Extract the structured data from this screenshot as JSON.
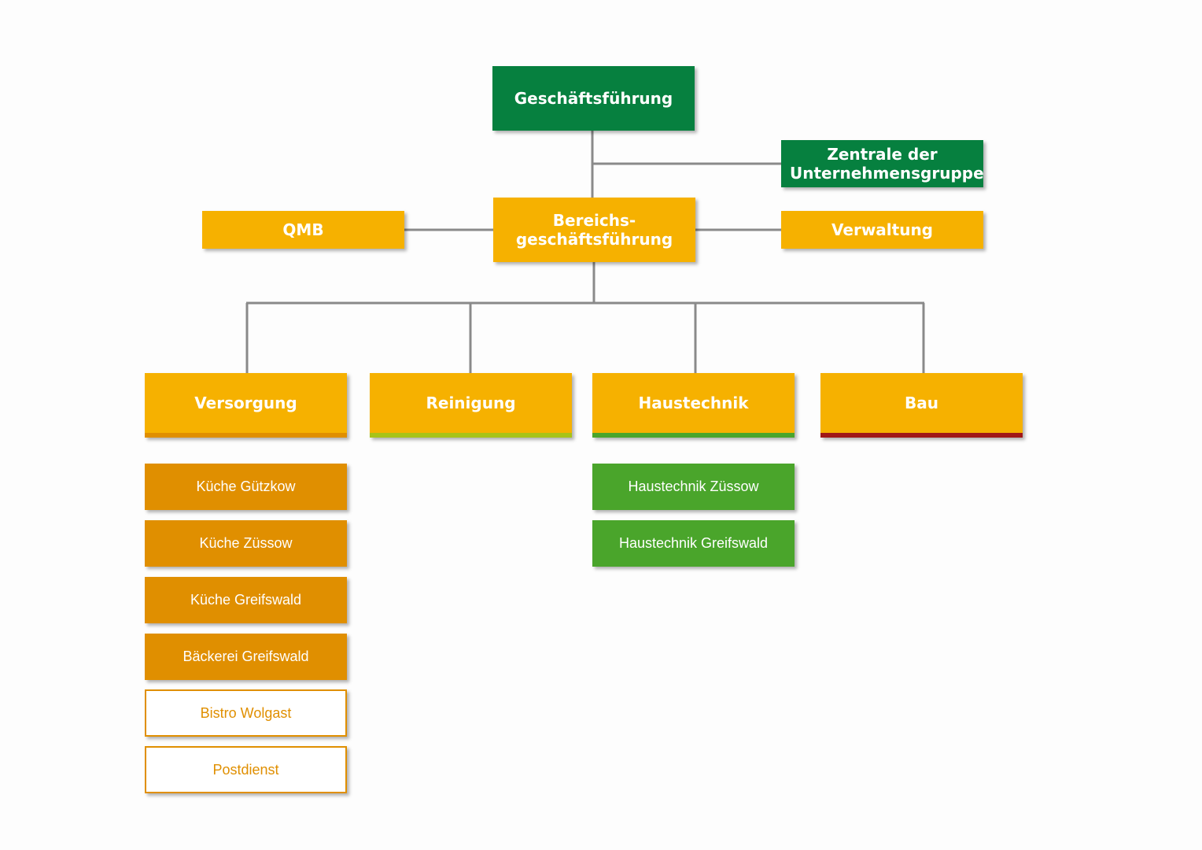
{
  "top": {
    "management": "Geschäftsführung",
    "central_office": "Zentrale der Unternehmensgruppe"
  },
  "middle": {
    "qmb": "QMB",
    "area_management": "Bereichs-\ngeschäftsführung",
    "administration": "Verwaltung"
  },
  "departments": [
    {
      "label": "Versorgung",
      "band_color": "#e08f00"
    },
    {
      "label": "Reinigung",
      "band_color": "#a8c318"
    },
    {
      "label": "Haustechnik",
      "band_color": "#4aa52b"
    },
    {
      "label": "Bau",
      "band_color": "#a01818"
    }
  ],
  "versorgung_units": [
    "Küche Gützkow",
    "Küche Züssow",
    "Küche Greifswald",
    "Bäckerei Greifswald",
    "Bistro Wolgast",
    "Postdienst"
  ],
  "haustechnik_units": [
    "Haustechnik Züssow",
    "Haustechnik Greifswald"
  ],
  "colors": {
    "dark_green": "#06803f",
    "yellow": "#f6b100",
    "orange": "#e08f00",
    "light_green": "#4aa52b",
    "connector": "#8a8a8a"
  }
}
